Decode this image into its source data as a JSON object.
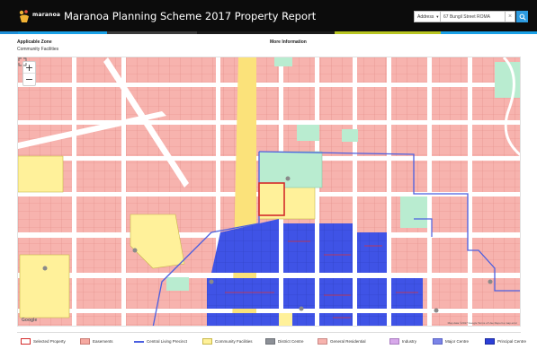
{
  "header": {
    "logo_text": "maranoa",
    "title": "Maranoa Planning Scheme 2017 Property Report",
    "search_type": "Address",
    "search_value": "67 Bungil Street ROMA"
  },
  "info": {
    "zone_label": "Applicable Zone",
    "zone_value": "Community Facilities",
    "more_label": "More Information"
  },
  "map": {
    "zoom_in": "+",
    "zoom_out": "−",
    "google": "Google",
    "attribution": "Map data ©2017 Google  Terms of Use  Report a map error"
  },
  "legend": [
    {
      "label": "Selected Property",
      "fill": "#ffffff",
      "border": "#d42a2a",
      "kind": "box"
    },
    {
      "label": "Easements",
      "fill": "#f6a9a1",
      "border": "#c97b74",
      "kind": "box"
    },
    {
      "label": "Central Living Precinct",
      "fill": "#4b5fe0",
      "border": "#4b5fe0",
      "kind": "line"
    },
    {
      "label": "Community Facilities",
      "fill": "#fff19a",
      "border": "#c8b84a",
      "kind": "box"
    },
    {
      "label": "District Centre",
      "fill": "#8c9097",
      "border": "#6e7278",
      "kind": "box"
    },
    {
      "label": "General Residential",
      "fill": "#f7b3ae",
      "border": "#c98884",
      "kind": "box"
    },
    {
      "label": "Industry",
      "fill": "#d7a8ea",
      "border": "#a97bbf",
      "kind": "box"
    },
    {
      "label": "Major Centre",
      "fill": "#7b84e8",
      "border": "#5a63c4",
      "kind": "box"
    },
    {
      "label": "Principal Centre",
      "fill": "#2c3fd8",
      "border": "#1c2a9e",
      "kind": "box"
    }
  ],
  "colors": {
    "residential": "#f7b3ae",
    "residential_outline": "#e08d87",
    "community": "#fff19a",
    "open_space": "#b9ecd0",
    "principal": "#3f53e6",
    "road": "#ffffff",
    "highway": "#fbe27a",
    "accent_blue": "#2d9be0"
  }
}
